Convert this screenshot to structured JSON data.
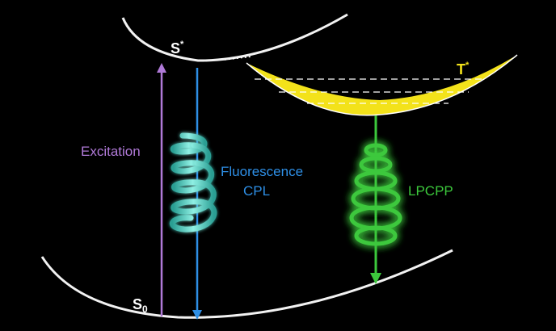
{
  "labels": {
    "s_excited": "S",
    "s_excited_sup": "*",
    "t_excited": "T",
    "t_excited_sup": "*",
    "s_ground": "S",
    "s_ground_sub": "0",
    "excitation": "Excitation",
    "fluorescence_line1": "Fluorescence",
    "fluorescence_line2": "CPL",
    "lpcpp": "LPCPP"
  },
  "colors": {
    "background": "#000000",
    "potential_curve": "#f2f2f2",
    "triplet_fill": "#f3e21a",
    "dashed_levels": "#ffffff",
    "excitation_arrow": "#b07ad8",
    "fluorescence_arrow": "#2e8fe6",
    "fluorescence_spiral": "#5cd6c8",
    "lpcpp": "#3cc83c",
    "lpcpp_glow": "#1f8a1f"
  },
  "icons": {
    "fluorescence_spiral": "helix-spring-icon",
    "lpcpp_spiral": "glowing-cone-spiral-icon"
  }
}
